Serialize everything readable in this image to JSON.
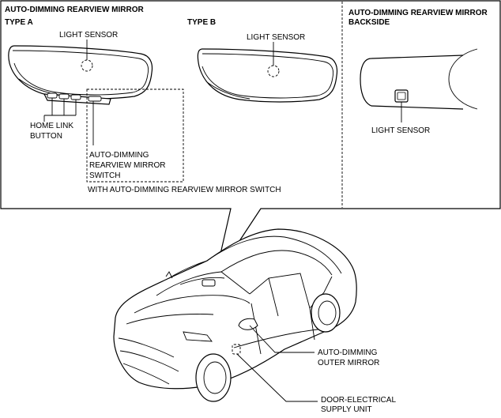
{
  "panels": {
    "main_title": "AUTO-DIMMING REARVIEW MIRROR",
    "type_a": "TYPE A",
    "type_b": "TYPE B",
    "backside_title_line1": "AUTO-DIMMING  REARVIEW MIRROR",
    "backside_title_line2": "BACKSIDE"
  },
  "labels": {
    "light_sensor_a": "LIGHT SENSOR",
    "light_sensor_b": "LIGHT SENSOR",
    "light_sensor_back": "LIGHT SENSOR",
    "home_link_line1": "HOME LINK",
    "home_link_line2": "BUTTON",
    "switch_line1": "AUTO-DIMMING",
    "switch_line2": "REARVIEW MIRROR",
    "switch_line3": "SWITCH",
    "with_switch": "WITH AUTO-DIMMING REARVIEW MIRROR SWITCH",
    "outer_mirror_line1": "AUTO-DIMMING",
    "outer_mirror_line2": "OUTER MIRROR",
    "door_unit_line1": "DOOR-ELECTRICAL",
    "door_unit_line2": "SUPPLY UNIT"
  }
}
